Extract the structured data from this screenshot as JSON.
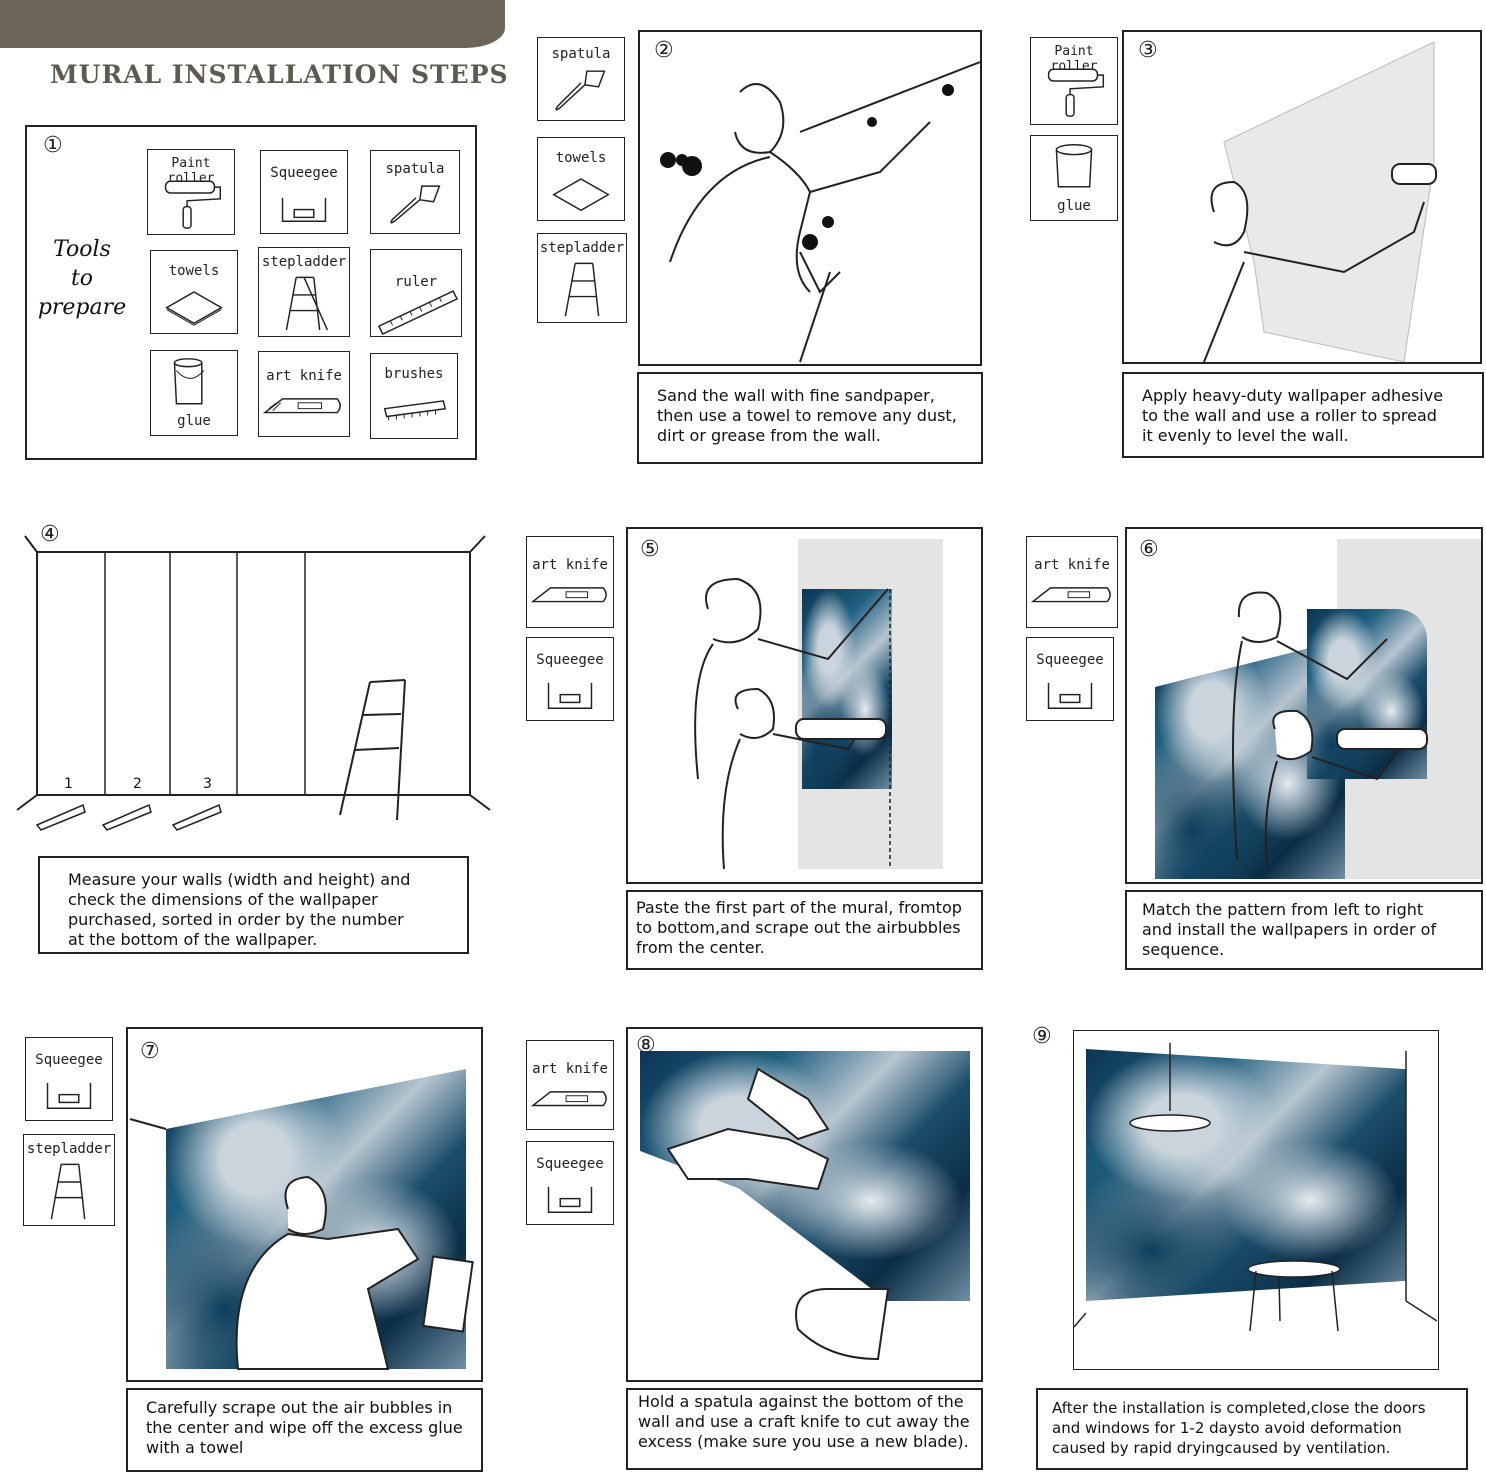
{
  "title": "MURAL INSTALLATION STEPS",
  "step1": {
    "number": "①",
    "heading_lines": [
      "Tools",
      "to",
      "prepare"
    ],
    "tools": [
      "Paint roller",
      "Squeegee",
      "spatula",
      "towels",
      "stepladder",
      "ruler",
      "glue",
      "art knife",
      "brushes"
    ]
  },
  "step2": {
    "number": "②",
    "tools": [
      "spatula",
      "towels",
      "stepladder"
    ],
    "caption": "Sand the wall with fine sandpaper,\nthen use a towel to remove any dust,\ndirt or grease from the wall."
  },
  "step3": {
    "number": "③",
    "tools": [
      "Paint roller",
      "glue"
    ],
    "caption": "Apply heavy-duty wallpaper adhesive\nto the wall and use a roller to spread\nit evenly to level the wall."
  },
  "step4": {
    "number": "④",
    "panel_numbers": [
      "1",
      "2",
      "3"
    ],
    "caption": "Measure your walls (width and height) and\ncheck the dimensions of the wallpaper\npurchased, sorted in order by the number\nat the bottom of the wallpaper."
  },
  "step5": {
    "number": "⑤",
    "tools": [
      "art knife",
      "Squeegee"
    ],
    "caption": "Paste the first part of the mural, fromtop\n to bottom,and scrape out the airbubbles\n from the center."
  },
  "step6": {
    "number": "⑥",
    "tools": [
      "art knife",
      "Squeegee"
    ],
    "caption": "Match the pattern from left to right\nand install the wallpapers in order of\n sequence."
  },
  "step7": {
    "number": "⑦",
    "tools": [
      "Squeegee",
      "stepladder"
    ],
    "caption": "Carefully scrape out the air bubbles in\nthe center and wipe off the excess glue\n with a towel"
  },
  "step8": {
    "number": "⑧",
    "tools": [
      "art knife",
      "Squeegee"
    ],
    "caption": "Hold a spatula against the bottom of the\nwall and use a craft knife to cut away the\nexcess (make sure you use a new blade)."
  },
  "step9": {
    "number": "⑨",
    "caption": "After the installation is completed,close the doors\n and windows for 1-2 daysto avoid deformation\n caused by rapid dryingcaused by ventilation."
  }
}
